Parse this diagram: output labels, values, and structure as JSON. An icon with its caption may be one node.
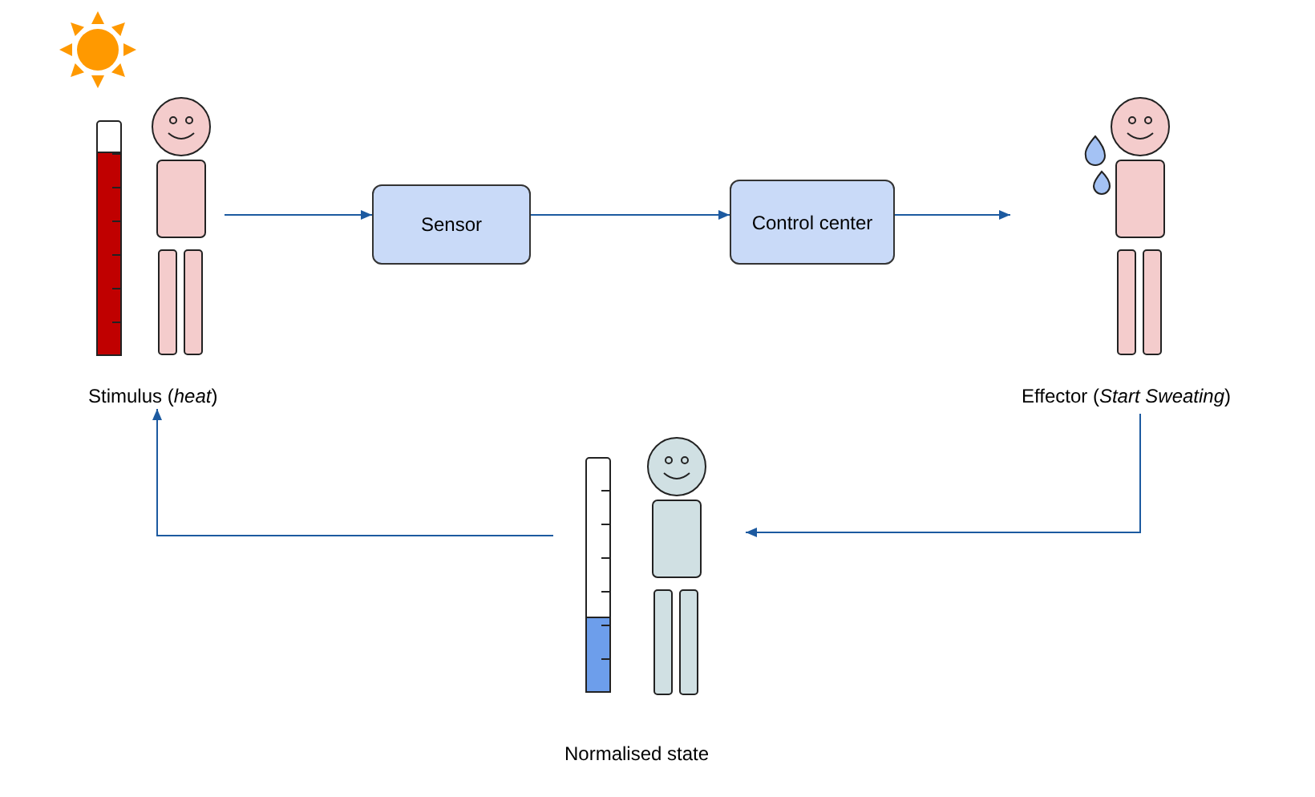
{
  "diagram": {
    "nodes": [
      {
        "text": [
          "Stimulus (*heat*)"
        ]
      },
      {
        "text": [
          "Sensor"
        ]
      },
      {
        "text": [
          "Control center"
        ]
      },
      {
        "text": [
          "Effector (*Start Sweating*)"
        ]
      },
      {
        "text": [
          "Normalised state"
        ]
      }
    ],
    "edges": [
      {
        "from": 0,
        "to": 1,
        "arrow": "to"
      },
      {
        "from": 1,
        "to": 2,
        "arrow": "to"
      },
      {
        "from": 2,
        "to": 3,
        "arrow": "to"
      },
      {
        "from": 3,
        "to": 4,
        "arrow": "to"
      },
      {
        "from": 4,
        "to": 0,
        "arrow": "to"
      }
    ]
  }
}
